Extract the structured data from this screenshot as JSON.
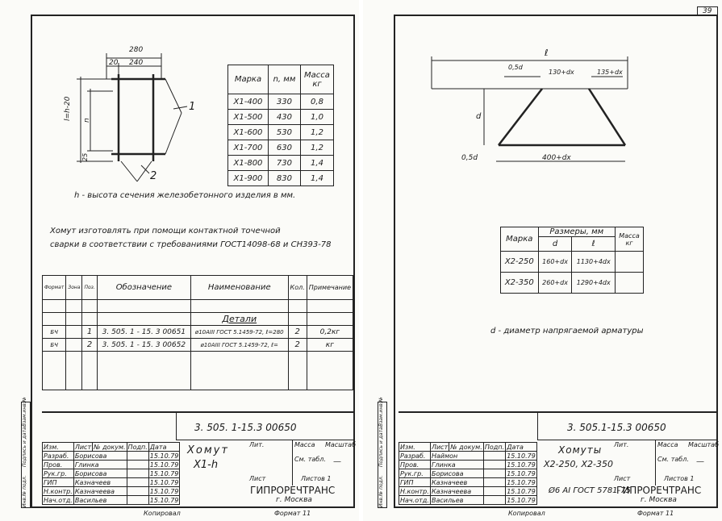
{
  "page_number": "39",
  "left": {
    "dims": {
      "total": "280",
      "a": "20",
      "b": "240",
      "height": "l=h-20",
      "n": "n",
      "bottom": "25"
    },
    "callouts": [
      "1",
      "2"
    ],
    "mass_table": {
      "headers": [
        "Марка",
        "n, мм",
        "Масса кг"
      ],
      "rows": [
        [
          "Х1-400",
          "330",
          "0,8"
        ],
        [
          "Х1-500",
          "430",
          "1,0"
        ],
        [
          "Х1-600",
          "530",
          "1,2"
        ],
        [
          "Х1-700",
          "630",
          "1,2"
        ],
        [
          "Х1-800",
          "730",
          "1,4"
        ],
        [
          "Х1-900",
          "830",
          "1,4"
        ]
      ]
    },
    "note_h": "h - высота сечения железобетонного изделия в мм.",
    "note_weld_1": "Хомут изготовлять при помощи контактной точечной",
    "note_weld_2": "сварки в соответствии с требованиями ГОСТ14098-68 и СН393-78",
    "spec": {
      "headers": [
        "Формат",
        "Зона",
        "Поз.",
        "Обозначение",
        "Наименование",
        "Кол.",
        "Примечание"
      ],
      "section": "Детали",
      "rows": [
        [
          "БЧ",
          "",
          "1",
          "3. 505. 1 - 15. 3  00651",
          "ø10АIII ГОСТ 5.1459-72, ℓ=280",
          "2",
          "0,2кг"
        ],
        [
          "БЧ",
          "",
          "2",
          "3. 505. 1 - 15. 3  00652",
          "ø10АIII ГОСТ 5.1459-72, ℓ=",
          "2",
          "кг"
        ]
      ]
    },
    "stamp": {
      "code": "3. 505. 1-15.3  00650",
      "title_1": "Хомут",
      "title_2": "Х1-h",
      "lit_label": "Лит.",
      "mass_label": "Масса",
      "scale_label": "Масштаб",
      "mass_value": "См. табл.",
      "scale_value": "—",
      "sheet_label": "Лист",
      "sheets_label": "Листов 1",
      "org": "ГИПРОРЕЧТРАНС",
      "city": "г. Москва",
      "copied": "Копировал",
      "format": "Формат 11",
      "people": [
        [
          "Изм.",
          "Лист",
          "№ докум.",
          "Подп.",
          "Дата"
        ],
        [
          "Разраб.",
          "Борисова",
          "",
          "15.10.79"
        ],
        [
          "Пров.",
          "Глинка",
          "",
          "15.10.79"
        ],
        [
          "Рук.гр.",
          "Борисова",
          "",
          "15.10.79"
        ],
        [
          "ГИП",
          "Казначеев",
          "",
          "15.10.79"
        ],
        [
          "Н.контр.",
          "Казначеева",
          "",
          "15.10.79"
        ],
        [
          "Нач.отд.",
          "Васильев",
          "",
          "15.10.79"
        ]
      ],
      "side_labels": [
        "Инв.№ подл.",
        "Подпись и дата",
        "Взам.инв.№"
      ]
    }
  },
  "right": {
    "dims": {
      "l": "ℓ",
      "d_top": "0,5d",
      "a": "130+dx",
      "b": "135+dx",
      "side": "d",
      "bottom_left": "0,5d",
      "bottom": "400+dx"
    },
    "size_table": {
      "header_1": "Размеры, мм",
      "headers": [
        "Марка",
        "d",
        "ℓ",
        "Масса кг"
      ],
      "rows": [
        [
          "Х2-250",
          "160+dx",
          "1130+4dx",
          ""
        ],
        [
          "Х2-350",
          "260+dx",
          "1290+4dx",
          ""
        ]
      ]
    },
    "note_d": "d - диаметр напрягаемой арматуры",
    "stamp": {
      "code": "3. 505.1-15.3  00650",
      "title_1": "Хомуты",
      "title_2": "Х2-250, Х2-350",
      "material": "Ø6 АI ГОСТ 5781-75",
      "lit_label": "Лит.",
      "mass_label": "Масса",
      "scale_label": "Масштаб",
      "mass_value": "См. табл.",
      "scale_value": "—",
      "sheet_label": "Лист",
      "sheets_label": "Листов 1",
      "org": "ГИПРОРЕЧТРАНС",
      "city": "г. Москва",
      "copied": "Копировал",
      "format": "Формат 11",
      "people": [
        [
          "Изм.",
          "Лист",
          "№ докум.",
          "Подп.",
          "Дата"
        ],
        [
          "Разраб.",
          "Наймон",
          "",
          "15.10.79"
        ],
        [
          "Пров.",
          "Глинка",
          "",
          "15.10.79"
        ],
        [
          "Рук.гр.",
          "Борисова",
          "",
          "15.10.79"
        ],
        [
          "ГИП",
          "Казначеев",
          "",
          "15.10.79"
        ],
        [
          "Н.контр.",
          "Казначеева",
          "",
          "15.10.79"
        ],
        [
          "Нач.отд.",
          "Васильев",
          "",
          "15.10.79"
        ]
      ],
      "side_labels": [
        "Инв.№ подл.",
        "Подпись и дата",
        "Взам.инв.№"
      ]
    }
  }
}
